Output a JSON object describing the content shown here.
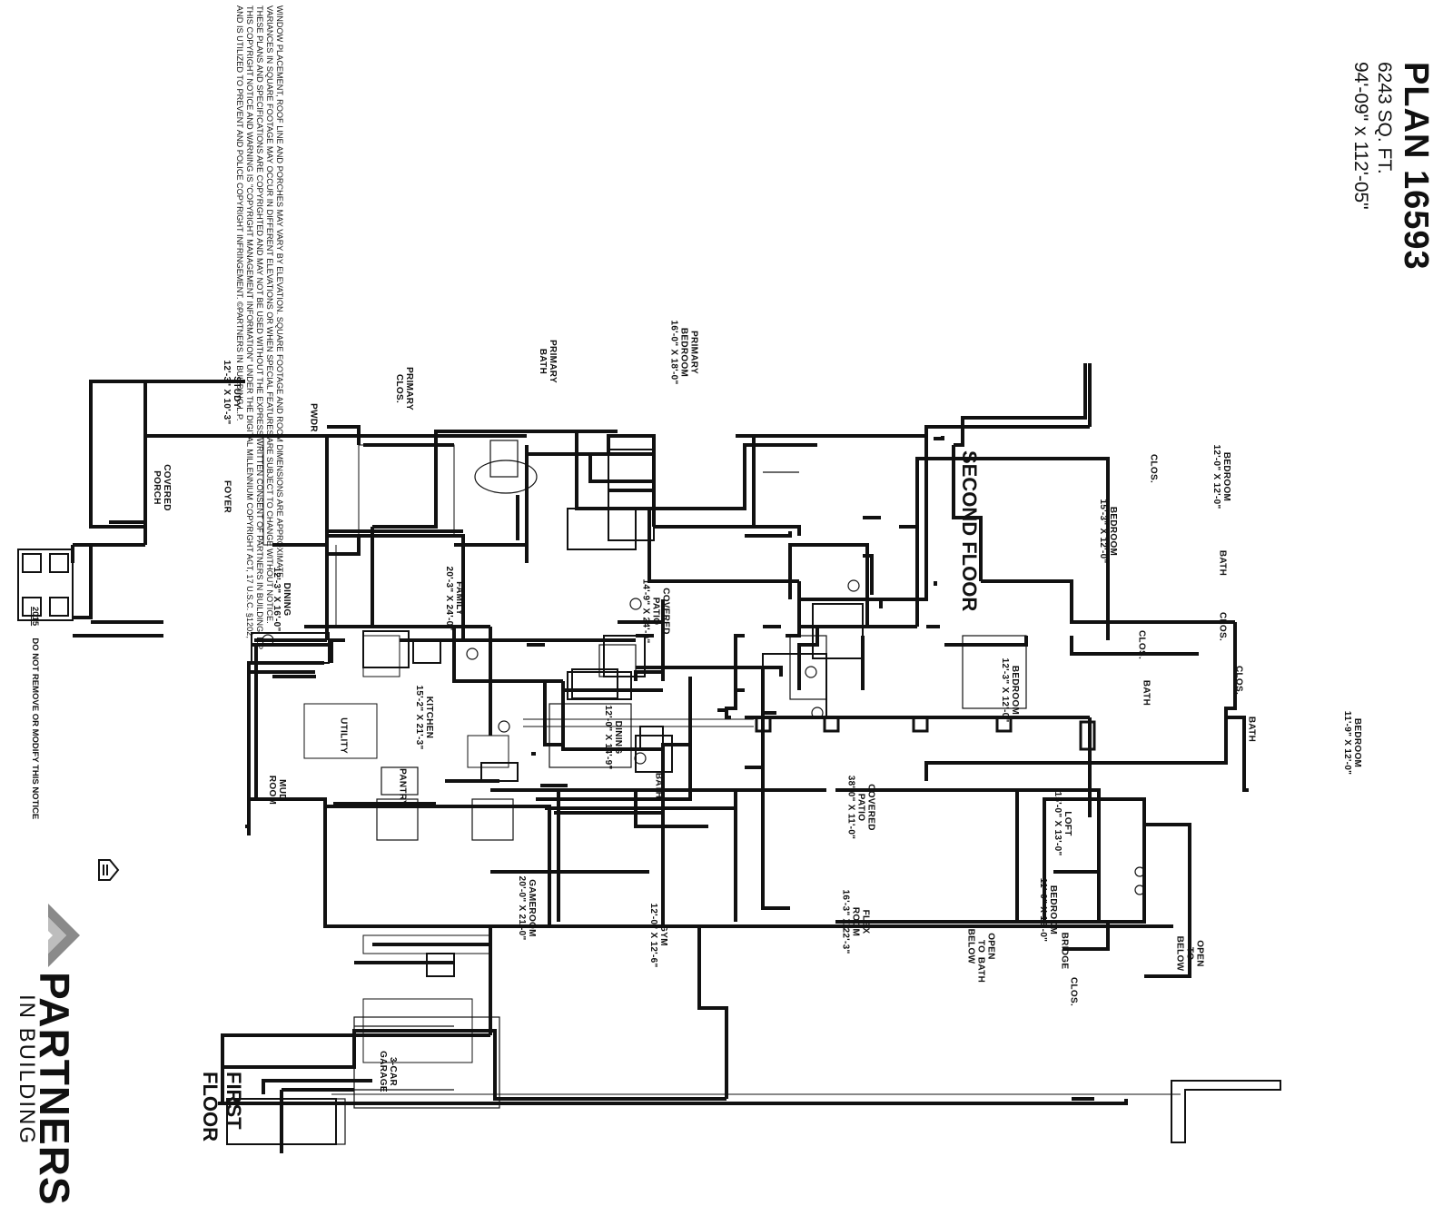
{
  "plan": {
    "title": "PLAN 16593",
    "square_feet": "6243 SQ. FT.",
    "dimensions": "94'-09\" x 112'-05\""
  },
  "floors": {
    "first": "FIRST FLOOR",
    "second": "SECOND FLOOR"
  },
  "rooms_first": {
    "garage": "3-CAR\nGARAGE",
    "gameroom": "GAMEROOM\n20'-0\" X 21'-0\"",
    "gym": "GYM\n12'-0\" X 12'-6\"",
    "flex": "FLEX\nROOM\n16'-3\" X 22'-3\"",
    "bath_flex": "BATH",
    "clos_flex": "CLOS.",
    "bedroom_first": "BEDROOM\n11'-0\" X 12'-0\"",
    "covered_patio_top": "COVERED\nPATIO\n38'-0\" X 11'-0\"",
    "bath_kitchen": "BATH",
    "mud_room": "MUD\nROOM",
    "utility": "UTILITY",
    "pantry": "PANTRY",
    "kitchen": "KITCHEN\n15'-2\" X 21'-3\"",
    "dining_kitchen": "DINING\n12'-0\" X 14'-9\"",
    "dining_main": "DINING\n12'-3\" X 16'-0\"",
    "family": "FAMILY\n20'-3\" X 24'-0\"",
    "covered_patio_side": "COVERED\nPATIO\n14'-9\" X 24'-0\"",
    "covered_porch": "COVERED\nPORCH",
    "foyer": "FOYER",
    "study": "STUDY\n12'-3\" X 10'-3\"",
    "pwdr": "PWDR",
    "primary_clos": "PRIMARY\nCLOS.",
    "primary_bath": "PRIMARY\nBATH",
    "primary_bedroom": "PRIMARY\nBEDROOM\n16'-0\" X 18'-0\""
  },
  "rooms_second": {
    "clos_a": "CLOS.",
    "bedroom_a": "BEDROOM\n12'-0\" X 12'-0\"",
    "bedroom_b": "BEDROOM\n15'-3\" X 12'-0\"",
    "bath_a": "BATH",
    "clos_b": "CLOS.",
    "clos_c": "CLOS.",
    "clos_d": "CLOS.",
    "bath_b": "BATH",
    "bedroom_c": "BEDROOM\n12'-3\" X 12'-0\"",
    "bath_c": "BATH",
    "bedroom_d": "BEDROOM\n11'-9\" X 12'-0\"",
    "loft": "LOFT\n15'-0\" X 13'-0\"",
    "open_below_a": "OPEN\nTO\nBELOW",
    "open_below_b": "OPEN\nTO\nBELOW",
    "bridge": "BRIDGE"
  },
  "notice": [
    "WINDOW PLACEMENT, ROOF LINE AND PORCHES MAY VARY BY ELEVATION. SQUARE FOOTAGE AND ROOM DIMENSIONS ARE APPROXIMATE.",
    "VARIANCES IN SQUARE FOOTAGE MAY OCCUR IN DIFFERENT ELEVATIONS OR WHEN SPECIAL FEATURES ARE SUBJECT TO CHANGE WITHOUT NOTICE.",
    "THESE PLANS AND SPECIFICATIONS ARE COPYRIGHTED AND MAY NOT BE USED WITHOUT THE EXPRESS WRITTEN CONSENT OF PARTNERS IN BUILDING, L.P.",
    "THIS COPYRIGHT NOTICE AND WARNING IS \"COPYRIGHT MANAGEMENT INFORMATION\" UNDER THE DIGITAL MILLENNIUM COPYRIGHT ACT, 17 U.S.C. §1202,",
    "AND IS UTILIZED TO PREVENT AND POLICE COPYRIGHT INFRINGEMENT. ©PARTNERS IN BUILDING L.P."
  ],
  "copyright_year": "2015",
  "warning": "DO NOT REMOVE OR MODIFY THIS NOTICE",
  "logo": {
    "name": "PARTNERS",
    "tagline": "IN BUILDING",
    "color": "#8a8a8a"
  }
}
